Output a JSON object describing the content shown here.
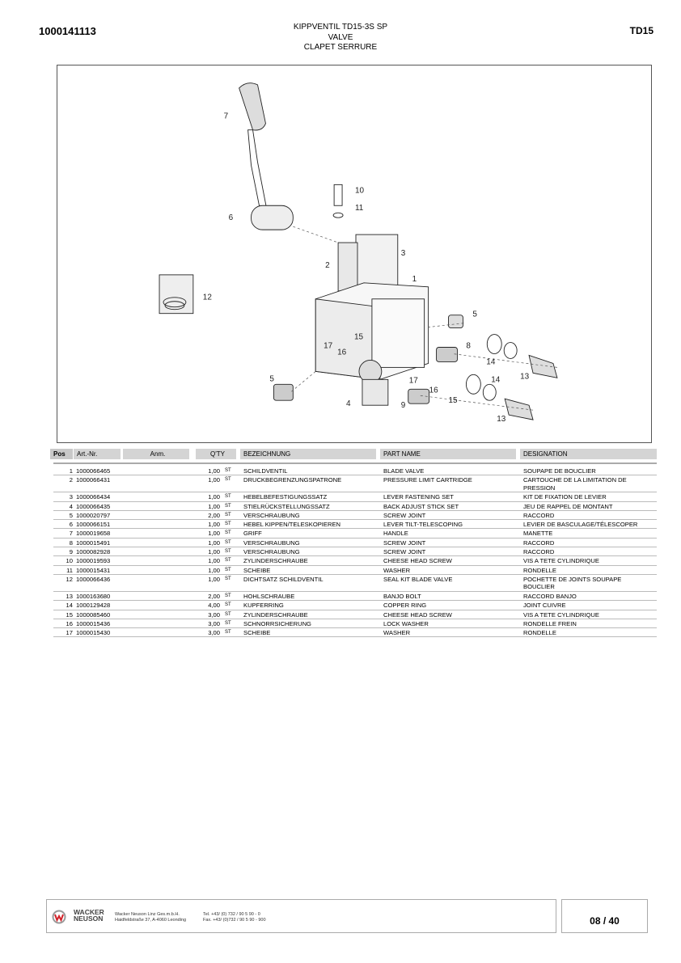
{
  "header": {
    "doc_number": "1000141113",
    "model": "TD15",
    "title_lines": [
      "KIPPVENTIL TD15-3S SP",
      "VALVE",
      "CLAPET SERRURE"
    ]
  },
  "diagram": {
    "callouts": [
      "7",
      "10",
      "11",
      "6",
      "3",
      "2",
      "1",
      "12",
      "5",
      "15",
      "17",
      "16",
      "8",
      "14",
      "13",
      "5",
      "17",
      "14",
      "16",
      "4",
      "15",
      "9",
      "13"
    ]
  },
  "table": {
    "headers": {
      "pos": "Pos",
      "art": "Art.-Nr.",
      "anm": "Anm.",
      "qty": "Q'TY",
      "bez": "BEZEICHNUNG",
      "pn": "PART NAME",
      "des": "DESIGNATION"
    },
    "rows": [
      {
        "pos": "1",
        "art": "1000066465",
        "qty": "1,00",
        "unit": "ST",
        "bez": "SCHILDVENTIL",
        "pn": "BLADE VALVE",
        "des": "SOUPAPE DE BOUCLIER"
      },
      {
        "pos": "2",
        "art": "1000066431",
        "qty": "1,00",
        "unit": "ST",
        "bez": "DRUCKBEGRENZUNGSPATRONE",
        "pn": "PRESSURE LIMIT CARTRIDGE",
        "des": "CARTOUCHE DE LA LIMITATION DE PRESSION"
      },
      {
        "pos": "3",
        "art": "1000066434",
        "qty": "1,00",
        "unit": "ST",
        "bez": "HEBELBEFESTIGUNGSSATZ",
        "pn": "LEVER FASTENING SET",
        "des": "KIT DE FIXATION DE LEVIER"
      },
      {
        "pos": "4",
        "art": "1000066435",
        "qty": "1,00",
        "unit": "ST",
        "bez": "STIELRÜCKSTELLUNGSSATZ",
        "pn": "BACK ADJUST STICK SET",
        "des": "JEU DE RAPPEL DE MONTANT"
      },
      {
        "pos": "5",
        "art": "1000020797",
        "qty": "2,00",
        "unit": "ST",
        "bez": "VERSCHRAUBUNG",
        "pn": "SCREW JOINT",
        "des": "RACCORD"
      },
      {
        "pos": "6",
        "art": "1000066151",
        "qty": "1,00",
        "unit": "ST",
        "bez": "HEBEL KIPPEN/TELESKOPIEREN",
        "pn": "LEVER TILT-TELESCOPING",
        "des": "LEVIER DE BASCULAGE/TÉLESCOPER"
      },
      {
        "pos": "7",
        "art": "1000019658",
        "qty": "1,00",
        "unit": "ST",
        "bez": "GRIFF",
        "pn": "HANDLE",
        "des": "MANETTE"
      },
      {
        "pos": "8",
        "art": "1000015491",
        "qty": "1,00",
        "unit": "ST",
        "bez": "VERSCHRAUBUNG",
        "pn": "SCREW JOINT",
        "des": "RACCORD"
      },
      {
        "pos": "9",
        "art": "1000082928",
        "qty": "1,00",
        "unit": "ST",
        "bez": "VERSCHRAUBUNG",
        "pn": "SCREW JOINT",
        "des": "RACCORD"
      },
      {
        "pos": "10",
        "art": "1000019593",
        "qty": "1,00",
        "unit": "ST",
        "bez": "ZYLINDERSCHRAUBE",
        "pn": "CHEESE HEAD SCREW",
        "des": "VIS A TETE CYLINDRIQUE"
      },
      {
        "pos": "11",
        "art": "1000015431",
        "qty": "1,00",
        "unit": "ST",
        "bez": "SCHEIBE",
        "pn": "WASHER",
        "des": "RONDELLE"
      },
      {
        "pos": "12",
        "art": "1000066436",
        "qty": "1,00",
        "unit": "ST",
        "bez": "DICHTSATZ SCHILDVENTIL",
        "pn": "SEAL KIT BLADE VALVE",
        "des": "POCHETTE DE JOINTS  SOUPAPE BOUCLIER"
      },
      {
        "pos": "13",
        "art": "1000163680",
        "qty": "2,00",
        "unit": "ST",
        "bez": "HOHLSCHRAUBE",
        "pn": "BANJO BOLT",
        "des": "RACCORD BANJO"
      },
      {
        "pos": "14",
        "art": "1000129428",
        "qty": "4,00",
        "unit": "ST",
        "bez": "KUPFERRING",
        "pn": "COPPER RING",
        "des": "JOINT CUIVRE"
      },
      {
        "pos": "15",
        "art": "1000085460",
        "qty": "3,00",
        "unit": "ST",
        "bez": "ZYLINDERSCHRAUBE",
        "pn": "CHEESE HEAD SCREW",
        "des": "VIS A TETE CYLINDRIQUE"
      },
      {
        "pos": "16",
        "art": "1000015436",
        "qty": "3,00",
        "unit": "ST",
        "bez": "SCHNORRSICHERUNG",
        "pn": "LOCK WASHER",
        "des": "RONDELLE FREIN"
      },
      {
        "pos": "17",
        "art": "1000015430",
        "qty": "3,00",
        "unit": "ST",
        "bez": "SCHEIBE",
        "pn": "WASHER",
        "des": "RONDELLE"
      }
    ]
  },
  "footer": {
    "logo_line1": "WACKER",
    "logo_line2": "NEUSON",
    "company": "Wacker Neuson Linz  Ges.m.b.H.",
    "address": "Haidfeldstraße 37, A-4060 Leonding",
    "tel": "Tel. +43/ (0) 732 / 90 5 90 - 0",
    "fax": "Fax. +43/ (0)732 / 90 5 90 - 900",
    "page": "08 / 40"
  }
}
